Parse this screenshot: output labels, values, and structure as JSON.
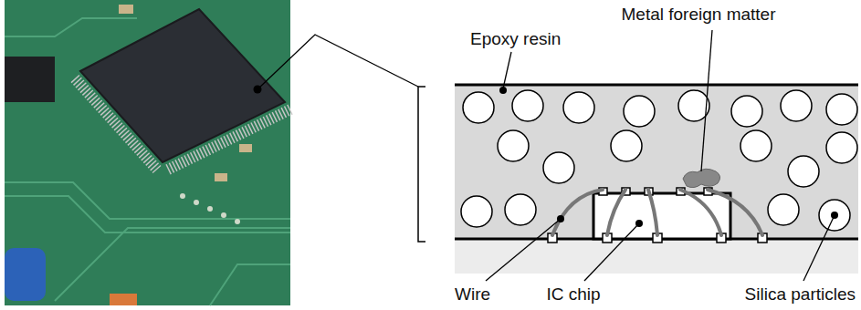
{
  "diagram": {
    "labels": [
      "Metal foreign matter",
      "Epoxy resin",
      "Wire",
      "IC chip",
      "Silica particles"
    ]
  }
}
